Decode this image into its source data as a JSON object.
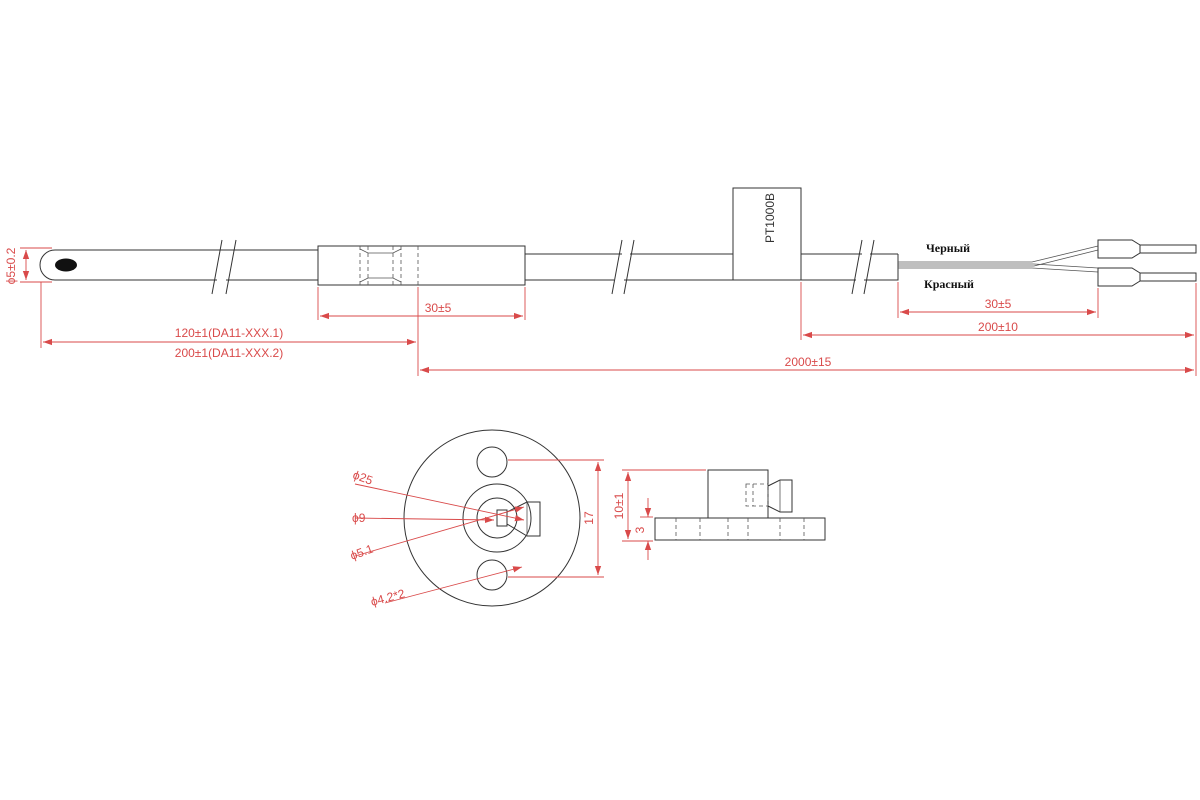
{
  "side_view": {
    "probe_diameter": "ϕ5±0.2",
    "dim_tip_length_1": "120±1(DA11-XXX.1)",
    "dim_tip_length_2": "200±1(DA11-XXX.2)",
    "dim_sleeve": "30±5",
    "dim_total": "2000±15",
    "dim_leads": "200±10",
    "dim_ferrule": "30±5",
    "sensor_label": "PT1000B",
    "wire_black": "Черный",
    "wire_red": "Красный"
  },
  "flange_view": {
    "dia_outer": "ϕ25",
    "dia_hub": "ϕ9",
    "dia_bore": "ϕ5.1",
    "dia_holes": "ϕ4.2*2",
    "height_span": "17"
  },
  "flange_side": {
    "height_total": "10±1",
    "plate_thickness": "3"
  },
  "colors": {
    "part": "#333333",
    "dimension": "#d94a4a",
    "label": "#111111"
  }
}
